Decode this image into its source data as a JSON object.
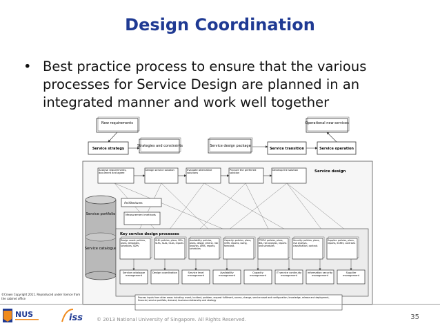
{
  "slide": {
    "title": "Design Coordination",
    "bullet_symbol": "•",
    "bullet_text": "Best practice process to ensure that the various processes for Service Design are planned in an integrated manner and work well together",
    "page_number": "35",
    "copyright": "©Crown Copyright 2011. Reproduced under licence from the cabinet office",
    "footer": "© 2013 National University of Singapore. All Rights Reserved.",
    "logos": {
      "nus": "NUS",
      "iss": "iss"
    }
  },
  "diagram": {
    "top_boxes": {
      "new_requirements": "New requirements",
      "operational_new_services": "Operational new services",
      "service_strategy": "Service strategy",
      "strategies_and_constraints": "Strategies and constraints",
      "service_design_package": "Service design package",
      "service_transition": "Service transition",
      "service_operation": "Service operation"
    },
    "service_design_label": "Service design",
    "process_row": {
      "analyse": "Analyse requirements, document and agree",
      "design_solution": "Design service solution",
      "evaluate": "Evaluate alternative solutions",
      "procure": "Procure the preferred solution",
      "develop": "Develop the solution"
    },
    "left_items": {
      "architectures": "Architectures",
      "measurement": "Measurement methods",
      "service_portfolio": "Service portfolio",
      "service_catalogue": "Service catalogue"
    },
    "key_processes_label": "Key service design processes",
    "info_boxes": [
      "Design coord: policies, plans, templates, schedules, SDPs",
      "SLM: policies, plans, SIPs, SLRs, SLAs, OLAs, reports",
      "Availability: policies, plans, design criteria, risk analysis, AMIS, reports, schedules",
      "Capacity: policies, plans, CMIS, reports, sizing, forecasts",
      "ITSCM: policies, plans, BIA, risk analysis, reports and schedules",
      "Security: policies, plans, risk analysis, classification, controls",
      "Supplier: policies, plans, reports, SCMIS, contracts"
    ],
    "process_boxes": [
      "Service catalogue management",
      "Design coordination",
      "Service level management",
      "Availability management",
      "Capacity management",
      "IT service continuity management",
      "Information security management",
      "Supplier management"
    ],
    "bottom_note": "Process inputs from other areas including: event, incident, problem, request fulfilment, access, change, service asset and configuration, knowledge, release and deployment, financial, service portfolio, demand, business relationship and strategy"
  }
}
